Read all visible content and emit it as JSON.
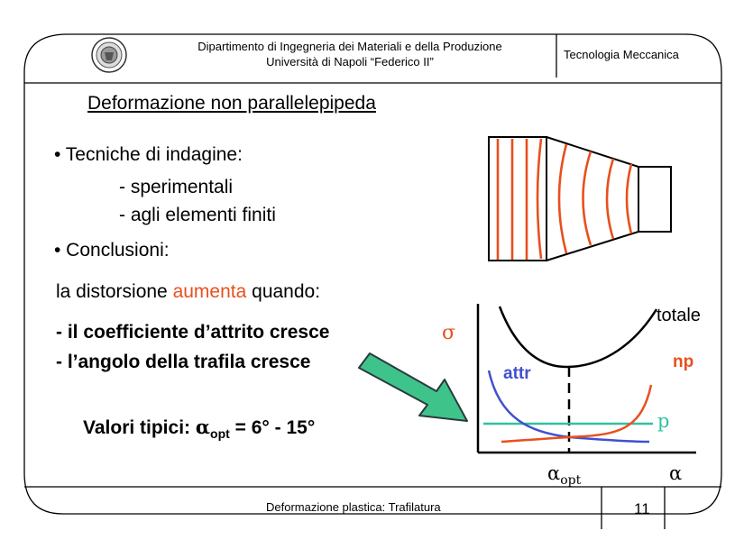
{
  "header": {
    "department": "Dipartimento di Ingegneria dei Materiali e della Produzione",
    "university": "Università di Napoli “Federico II”",
    "course": "Tecnologia Meccanica"
  },
  "slide": {
    "title": "Deformazione non parallelepipeda",
    "bullet1": "• Tecniche di indagine:",
    "sub1": "- sperimentali",
    "sub2": "- agli elementi finiti",
    "bullet2": "• Conclusioni:",
    "distortion_pre": "la distorsione ",
    "distortion_key": "aumenta",
    "distortion_post": " quando:",
    "cond1": "- il coefficiente d’attrito cresce",
    "cond2": "- l’angolo della trafila cresce",
    "typical_pre": "Valori tipici: ",
    "typical_alpha": "α",
    "typical_sub": "opt",
    "typical_post": " = 6° - 15°"
  },
  "chart": {
    "y_symbol": "σ",
    "x_symbol": "α",
    "opt_symbol": "α",
    "opt_sub": "opt",
    "label_totale": "totale",
    "label_np": "np",
    "label_attr": "attr",
    "label_p": "p"
  },
  "footer": {
    "text": "Deformazione plastica: Trafilatura",
    "page": "11"
  },
  "colors": {
    "red": "#e8501e",
    "blue": "#4050d0",
    "teal": "#33c0a0",
    "arrow_green": "#3ec48a"
  }
}
